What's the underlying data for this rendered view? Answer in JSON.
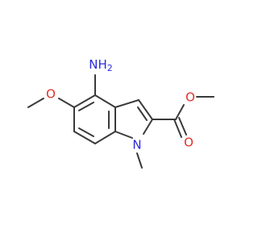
{
  "molecule": {
    "labels": {
      "amino_n": "N",
      "amino_h2": "H",
      "amino_h2b": "H",
      "methoxy_o": "O",
      "ring_n": "N",
      "ester_o_single": "O",
      "ester_o_carbonyl": "O"
    },
    "colors": {
      "bond": "#3a3a3a",
      "nitrogen": "#2b2bd9",
      "oxygen": "#e0312b"
    }
  }
}
